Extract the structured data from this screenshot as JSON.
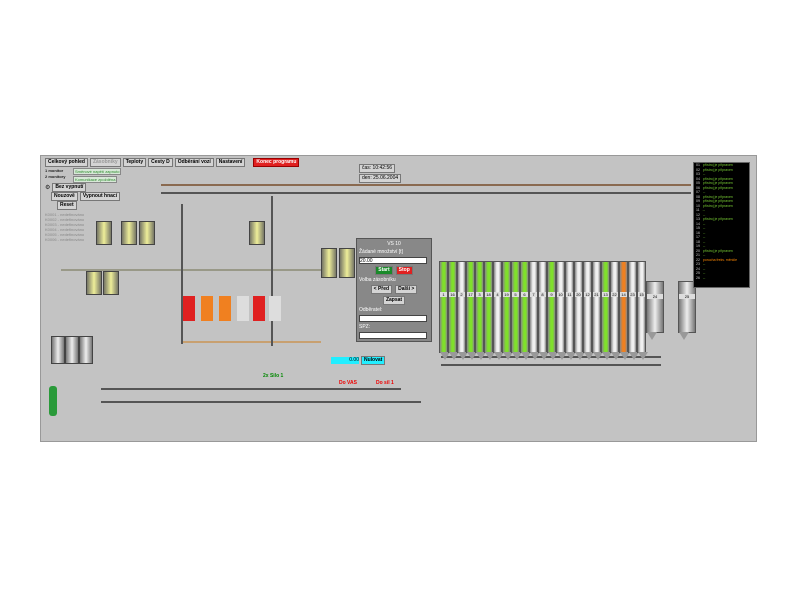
{
  "menu": {
    "tabs": [
      "Celkový pohled",
      "Zásobníky",
      "Teploty",
      "Cesty D",
      "Odběrání vozí",
      "Nastavení"
    ],
    "exit": "Konec programu"
  },
  "left": {
    "monitor1": "1 monitor",
    "monitor2": "2 monitory",
    "status1": "Směnové napětí zapnuto",
    "status2": "Komunikace zpožděna",
    "nobreak": "Bez vypnutí",
    "emergency": "Nouzově",
    "drives_off": "Vypnout hnací",
    "reset": "Reset",
    "messages": [
      "K0001 - nedefinováno",
      "K0002 - nedefinováno",
      "K0003 - nedefinováno",
      "K0004 - nedefinováno",
      "K0005 - nedefinováno",
      "K0006 - nedefinováno"
    ]
  },
  "clock": {
    "time": "čas: 10:42:56",
    "date": "den: 25.06.2004"
  },
  "vs": {
    "title": "VS 10",
    "qty_label": "Žádané množství [t]",
    "qty": "20.00",
    "start": "Start",
    "stop": "Stop",
    "choose": "Volba zásobníku",
    "prev": "< Před",
    "next": "Další >",
    "write": "Zapsat",
    "customer": "Odběratel:",
    "spz": "SPZ:",
    "weight": "0.00",
    "zero": "Nulovat"
  },
  "routes": {
    "silo1": "2x Silo 1",
    "vas": "Do VAS",
    "sil1": "Do sil 1"
  },
  "silos": [
    {
      "n": "1",
      "c": "#7fe02a"
    },
    {
      "n": "16",
      "c": "#7fe02a"
    },
    {
      "n": "2",
      "c": "#f0f0f0"
    },
    {
      "n": "17",
      "c": "#7fe02a"
    },
    {
      "n": "3",
      "c": "#7fe02a"
    },
    {
      "n": "18",
      "c": "#7fe02a"
    },
    {
      "n": "4",
      "c": "#f0f0f0"
    },
    {
      "n": "19",
      "c": "#7fe02a"
    },
    {
      "n": "5",
      "c": "#7fe02a"
    },
    {
      "n": "6",
      "c": "#7fe02a"
    },
    {
      "n": "7",
      "c": "#f0f0f0"
    },
    {
      "n": "8",
      "c": "#f0f0f0"
    },
    {
      "n": "9",
      "c": "#7fe02a"
    },
    {
      "n": "10",
      "c": "#f0f0f0"
    },
    {
      "n": "11",
      "c": "#f0f0f0"
    },
    {
      "n": "20",
      "c": "#f0f0f0"
    },
    {
      "n": "12",
      "c": "#f0f0f0"
    },
    {
      "n": "21",
      "c": "#f0f0f0"
    },
    {
      "n": "13",
      "c": "#7fe02a"
    },
    {
      "n": "22",
      "c": "#f0f0f0"
    },
    {
      "n": "14",
      "c": "#f08020"
    },
    {
      "n": "23",
      "c": "#f0f0f0"
    },
    {
      "n": "15",
      "c": "#f0f0f0"
    }
  ],
  "big_silos": [
    "24",
    "25"
  ],
  "status_list": [
    {
      "n": "01",
      "t": "přístroj je připraven"
    },
    {
      "n": "02",
      "t": "přístroj je připraven"
    },
    {
      "n": "03",
      "t": "--"
    },
    {
      "n": "04",
      "t": "přístroj je připraven"
    },
    {
      "n": "05",
      "t": "přístroj je připraven"
    },
    {
      "n": "06",
      "t": "přístroj je připraven"
    },
    {
      "n": "07",
      "t": "--"
    },
    {
      "n": "08",
      "t": "přístroj je připraven"
    },
    {
      "n": "09",
      "t": "přístroj je připraven"
    },
    {
      "n": "10",
      "t": "přístroj je připraven"
    },
    {
      "n": "11",
      "t": "--"
    },
    {
      "n": "12",
      "t": "--"
    },
    {
      "n": "13",
      "t": "přístroj je připraven"
    },
    {
      "n": "14",
      "t": "--"
    },
    {
      "n": "15",
      "t": "--"
    },
    {
      "n": "16",
      "t": "--"
    },
    {
      "n": "17",
      "t": "--"
    },
    {
      "n": "18",
      "t": "--"
    },
    {
      "n": "19",
      "t": "--"
    },
    {
      "n": "20",
      "t": "přístroj je připraven"
    },
    {
      "n": "21",
      "t": "--"
    },
    {
      "n": "22",
      "t": "porucha frekv. měniče"
    },
    {
      "n": "23",
      "t": "--"
    },
    {
      "n": "24",
      "t": "--"
    },
    {
      "n": "25",
      "t": "--"
    },
    {
      "n": "26",
      "t": "--"
    }
  ],
  "colors": {
    "bg": "#c3c3c3",
    "green": "#7fe02a",
    "orange": "#f08020",
    "red": "#e02020"
  }
}
